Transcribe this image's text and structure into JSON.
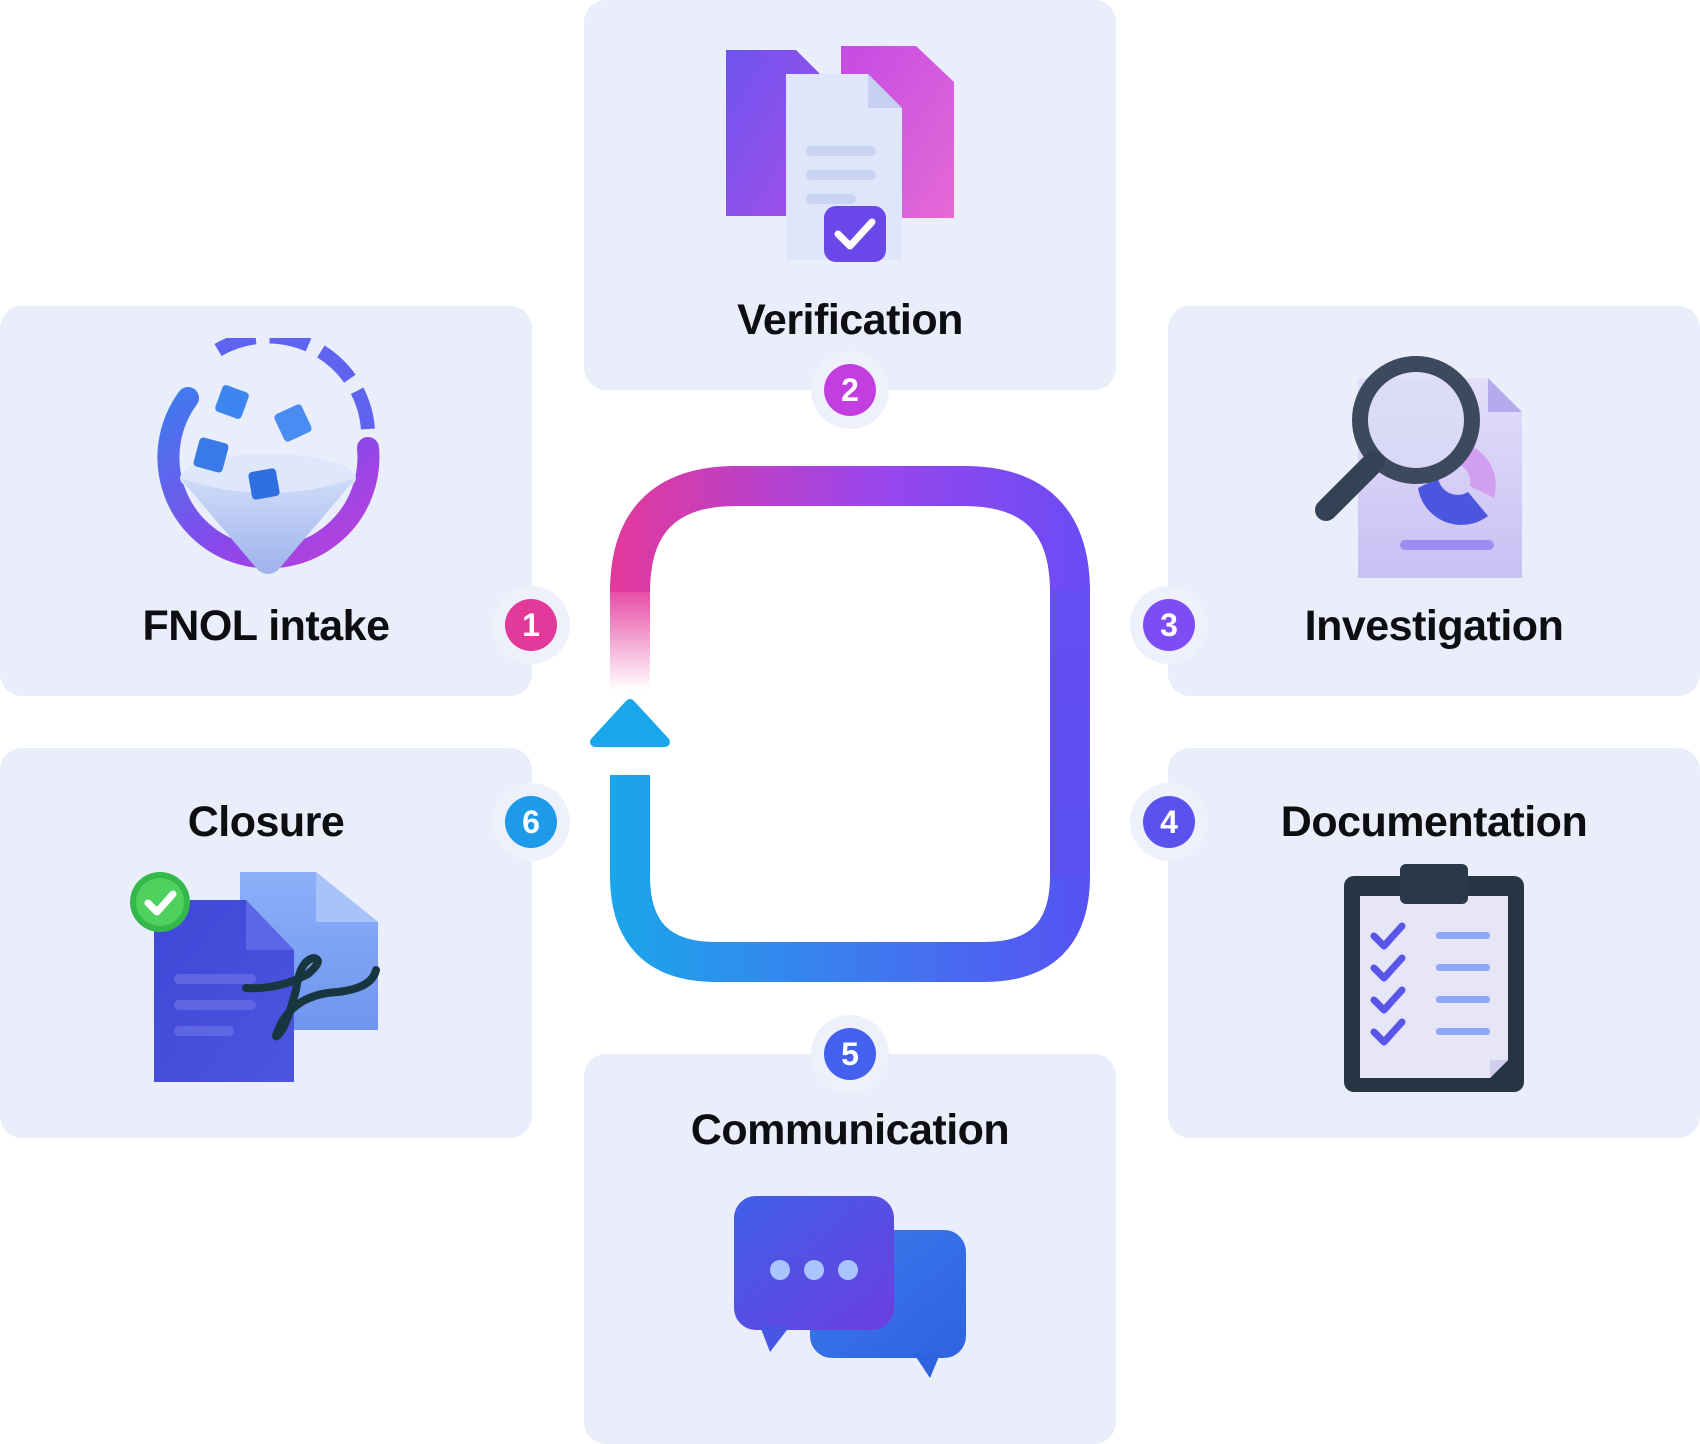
{
  "steps": [
    {
      "number": "1",
      "label": "FNOL intake",
      "icon": "funnel-intake-icon",
      "color": "#e3399b"
    },
    {
      "number": "2",
      "label": "Verification",
      "icon": "verified-documents-icon",
      "color": "#c23ee0"
    },
    {
      "number": "3",
      "label": "Investigation",
      "icon": "magnifier-document-icon",
      "color": "#7c4df2"
    },
    {
      "number": "4",
      "label": "Documentation",
      "icon": "clipboard-checklist-icon",
      "color": "#5b51ee"
    },
    {
      "number": "5",
      "label": "Communication",
      "icon": "chat-bubbles-icon",
      "color": "#4360ef"
    },
    {
      "number": "6",
      "label": "Closure",
      "icon": "signed-document-icon",
      "color": "#1d9ae8"
    }
  ],
  "colors": {
    "card_background": "#e9eefa",
    "loop_start": "#e3399b",
    "loop_mid": "#6a4cf5",
    "loop_end": "#1aa6ea"
  }
}
